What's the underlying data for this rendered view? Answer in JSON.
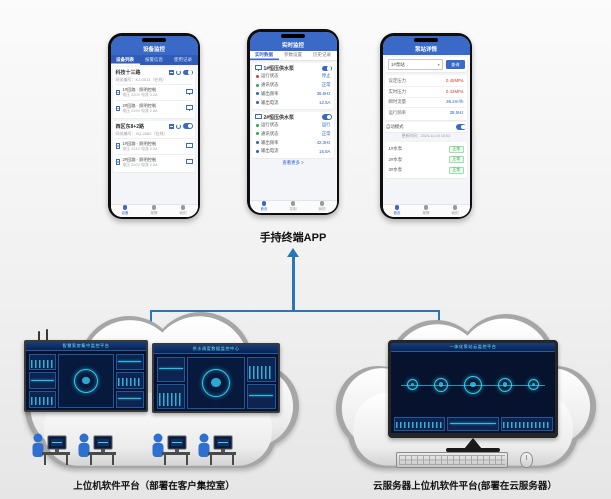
{
  "colors": {
    "phone_blue": "#3a69c8",
    "tab_blue_dark": "#2f5cb8",
    "arrow_blue": "#2878b5",
    "value_blue": "#2a62c8",
    "alarm_red": "#d9402f",
    "ok_green": "#2faa4a",
    "screen_navy": "#06122e",
    "screen_cyan": "#35cdf0",
    "cloud_rim": "#a6a6a6"
  },
  "icons": {
    "notch": "pill",
    "toggle": "switch-pill",
    "document": "doc-outline",
    "monitor": "screen-outline",
    "refresh": "circular-arrow",
    "list": "lines",
    "status_dot": "circle",
    "chevron_down": "▾",
    "nav": "dot"
  },
  "app_label": "手持终端APP",
  "captions": {
    "left": "上位机软件平台（部署在客户集控室）",
    "right": "云服务器上位机软件平台(部署在云服务器）"
  },
  "phone1": {
    "title": "设备监控",
    "tabs": [
      "设备列表",
      "报警信息",
      "使用记录"
    ],
    "groups": [
      {
        "title": "科技十三路",
        "meta": "网关编号：KJ-0013（在线）",
        "items": [
          {
            "line1": "1#回路 · 照明控制",
            "line2": "电压 220V  电流 3.2A"
          },
          {
            "line1": "2#回路 · 照明控制",
            "line2": "电压 219V  电流 2.8A"
          }
        ]
      },
      {
        "title": "西区东8+2路",
        "meta": "网关编号：XQ-0082（在线）",
        "items": [
          {
            "line1": "1#回路 · 照明控制",
            "line2": "电压 221V  电流 3.0A"
          },
          {
            "line1": "2#回路 · 照明控制",
            "line2": "电压 220V  电流 2.6A"
          }
        ]
      }
    ],
    "nav": [
      "设备",
      "报警",
      "我的"
    ]
  },
  "phone2": {
    "title": "实时监控",
    "tabs": [
      "实时数据",
      "参数设置",
      "历史记录"
    ],
    "groups": [
      {
        "title": "1#恒压供水泵",
        "rows": [
          {
            "dot": "#d9402f",
            "label": "运行状态",
            "value": "停止"
          },
          {
            "dot": "#2faa4a",
            "label": "通讯状态",
            "value": "正常"
          },
          {
            "dot": "#2a62c8",
            "label": "输出频率",
            "value": "36.6Hz"
          },
          {
            "dot": "#2a62c8",
            "label": "输出电流",
            "value": "12.5A"
          }
        ]
      },
      {
        "title": "2#恒压供水泵",
        "rows": [
          {
            "dot": "#2faa4a",
            "label": "运行状态",
            "value": "运行"
          },
          {
            "dot": "#2faa4a",
            "label": "通讯状态",
            "value": "正常"
          },
          {
            "dot": "#2a62c8",
            "label": "输出频率",
            "value": "42.3Hz"
          },
          {
            "dot": "#2a62c8",
            "label": "输出电流",
            "value": "15.8A"
          }
        ]
      }
    ],
    "more": "查看更多 >",
    "nav": [
      "首页",
      "控制",
      "我的"
    ]
  },
  "phone3": {
    "title": "泵站详情",
    "station": "1#泵站",
    "caret": "▾",
    "query_btn": "查询",
    "kv": [
      {
        "k": "设定压力",
        "v": "0.45MPa",
        "vc": "#d9402f"
      },
      {
        "k": "实时压力",
        "v": "0.42MPa",
        "vc": "#d9402f"
      },
      {
        "k": "瞬时流量",
        "v": "36.2m³/h",
        "vc": "#2a62c8"
      },
      {
        "k": "运行频率",
        "v": "38.5Hz",
        "vc": "#2a62c8"
      }
    ],
    "toggle_label": "自动模式",
    "time": "更新时间：2024-11-04 15:02",
    "status": [
      {
        "name": "1#水泵",
        "state": "正常"
      },
      {
        "name": "2#水泵",
        "state": "正常"
      },
      {
        "name": "3#水泵",
        "state": "正常"
      }
    ],
    "nav": [
      "首页",
      "报警",
      "我的"
    ]
  },
  "left_cloud": {
    "screen_a_title": "智慧泵房集中监控平台",
    "screen_b_title": "供水调度数据监控中心"
  },
  "right_cloud": {
    "screen_title": "一体化泵站云监控平台"
  }
}
